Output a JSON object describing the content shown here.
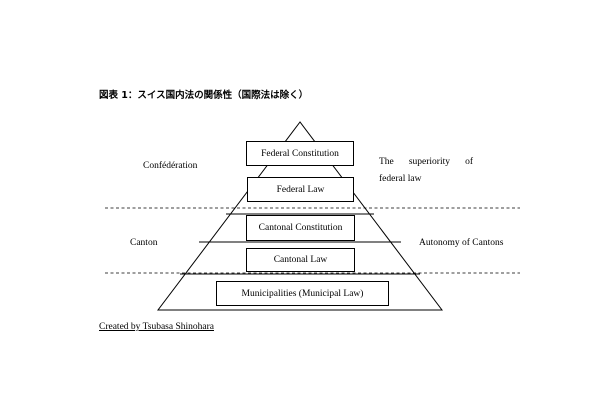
{
  "figure_title": "図表 1：スイス国内法の関係性（国際法は除く）",
  "levels": {
    "confederation_label": "Confédération",
    "canton_label": "Canton"
  },
  "pyramid": {
    "federal_constitution": "Federal Constitution",
    "federal_law": "Federal Law",
    "cantonal_constitution": "Cantonal Constitution",
    "cantonal_law": "Cantonal Law",
    "municipalities": "Municipalities (Municipal Law)"
  },
  "annotations": {
    "superiority_words": [
      "The",
      "superiority",
      "of"
    ],
    "superiority_line2": "federal law",
    "autonomy": "Autonomy of Cantons"
  },
  "credit": "Created by Tsubasa Shinohara"
}
